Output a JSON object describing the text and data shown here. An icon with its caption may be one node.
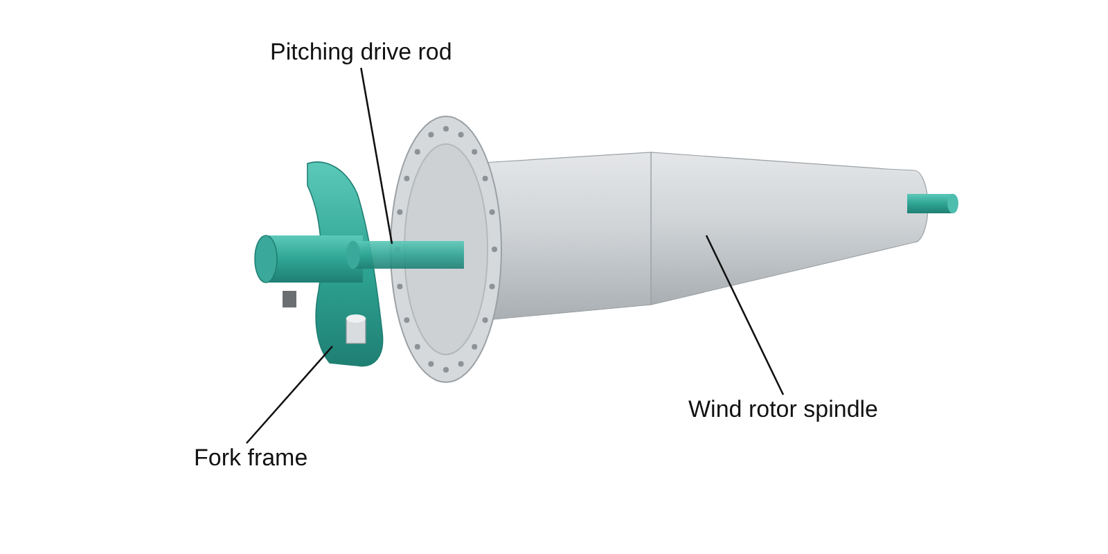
{
  "diagram": {
    "nodes": [
      {
        "text": [
          "Pitching drive rod"
        ]
      },
      {
        "text": [
          "Fork frame"
        ]
      },
      {
        "text": [
          "Wind rotor spindle"
        ]
      },
      {
        "text": [],
        "shape": "picture"
      },
      {
        "text": [],
        "shape": "picture"
      },
      {
        "text": [],
        "shape": "picture"
      }
    ],
    "edges": [
      {
        "from": 0,
        "to": 3,
        "arrow": "none"
      },
      {
        "from": 1,
        "to": 4,
        "arrow": "none"
      },
      {
        "from": 2,
        "to": 5,
        "arrow": "none"
      }
    ]
  }
}
